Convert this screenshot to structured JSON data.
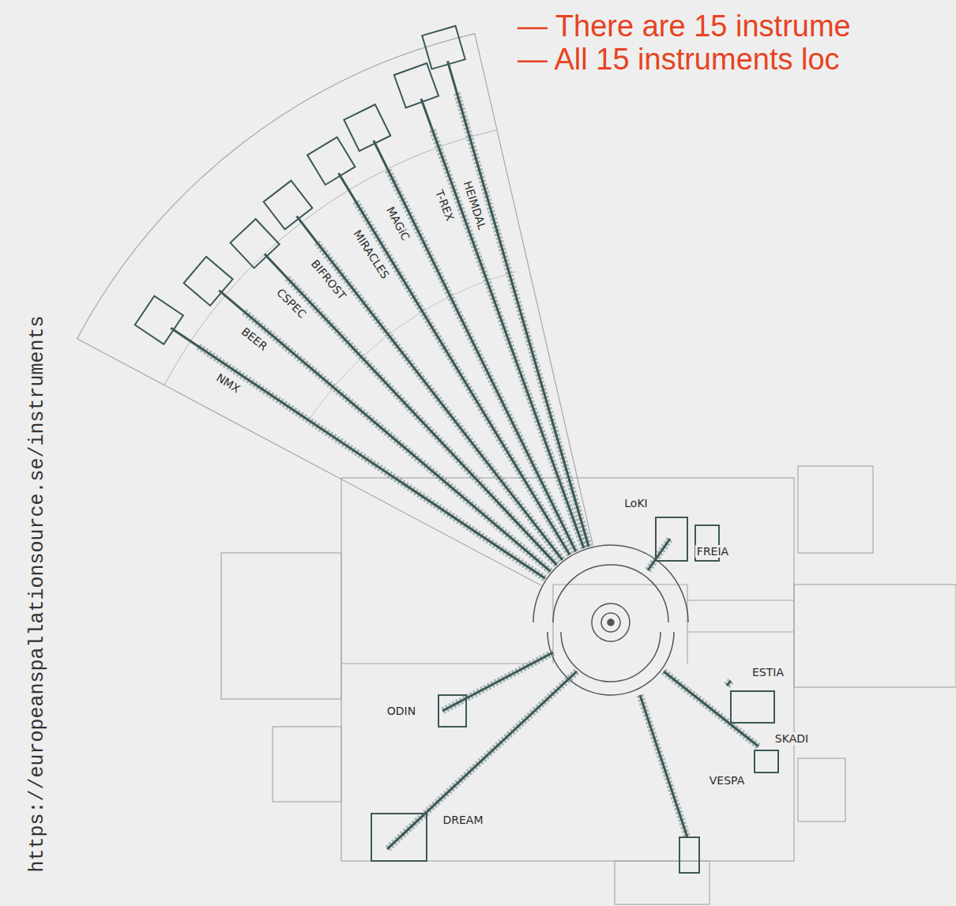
{
  "diagram": {
    "labels": [
      "— There are 15 instrume",
      "— All 15 instruments loc",
      "HEIMDAL",
      "T-REX",
      "MAGiC",
      "MIRACLES",
      "BIFROST",
      "CSPEC",
      "BEER",
      "NMX",
      "LoKI",
      "FREIA",
      "ESTIA",
      "SKADI",
      "VESPA",
      "ODIN",
      "DREAM",
      "https://europeanspallationsource.se/instruments"
    ]
  }
}
